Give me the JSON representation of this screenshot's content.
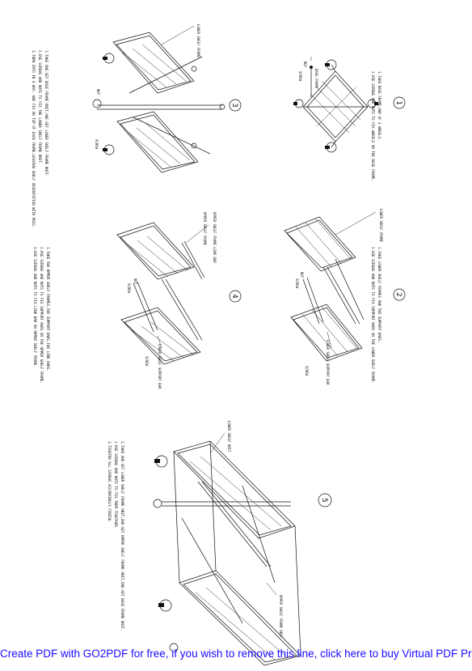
{
  "steps": [
    {
      "number": "1",
      "instructions": [
        "1.TAKE BASE FRAME,AND OF 4 WHEELS.",
        "2.USE SCREWS AND NUTS TO FIX WHEELS ON THE BASE FRAME."
      ],
      "labels": [
        "BASE FRAME",
        "NUT",
        "SCREW"
      ]
    },
    {
      "number": "2",
      "instructions": [
        "1.TAKE LOWER SHELF FRAMES AND TWO SUPPORT BARS.",
        "2.USE SCREWS AND NUTS TO FIX SUPPORT BARS ON THE LOWER SHELF FRAME."
      ],
      "labels": [
        "LOWER SHELF FRAME",
        "NUT",
        "SCREW",
        "LOWER SHELF SUPPORT BAR",
        "SCREW"
      ]
    },
    {
      "number": "3",
      "instructions": [
        "1.TAKE ONE-SET BASE FRAME UNIT,ONE-SET LOWER SHELF FRAME UNIT.",
        "2.USE SCREWS AND NUTS TO FIX THE LOWER SHELF FRAME UNIT.",
        "3.TURN INTO IN A WAY, AND FIX ON TOP OF EACH FRAME,LEAVING SHELF ORIENTATION WITH PEGS."
      ],
      "labels": [
        "LOWER SHELF FRAME",
        "NUT",
        "SCREW"
      ]
    },
    {
      "number": "4",
      "instructions": [
        "1.TAKE TWO UPPER SHELF FRAMES,TWO SUPPORT BARS,TWO LINK BARS.",
        "2.USE SCREWS AND NUTS TO FIX SUPPORT BARS ON THE UPPER SHELF FRAME.",
        "3.USE SCREWS AND NUTS TO FIX LINK BAR ON UPPER SHELF FRAME."
      ],
      "labels": [
        "UPPER SHELF FRAME",
        "UPPER SHELF FRAME LINK BAR",
        "NUT",
        "SCREW",
        "LOWER SHELF SUPPORT BAR",
        "SCREW"
      ]
    },
    {
      "number": "5",
      "instructions": [
        "1.TAKE ONE-SET LOWER SHELF FRAME UNIT,ONE-SET UPPER SHELF FRAME UNIT,ONE-SET BASE FRAME UNIT.",
        "2.USE SCREWS AND NUTS TO FIX THEM TOGETHER.",
        "3.TIGHTEN ALL SCREWS ACCORDINGLY,FINISH."
      ],
      "labels": [
        "LOWER SHELF UNIT",
        "UPPER SHELF FRAME UNIT"
      ]
    }
  ],
  "footer": {
    "text": "Create PDF with GO2PDF for free, if you wish to remove this line, click here to buy Virtual PDF Printer",
    "color": "#1a0dff"
  }
}
